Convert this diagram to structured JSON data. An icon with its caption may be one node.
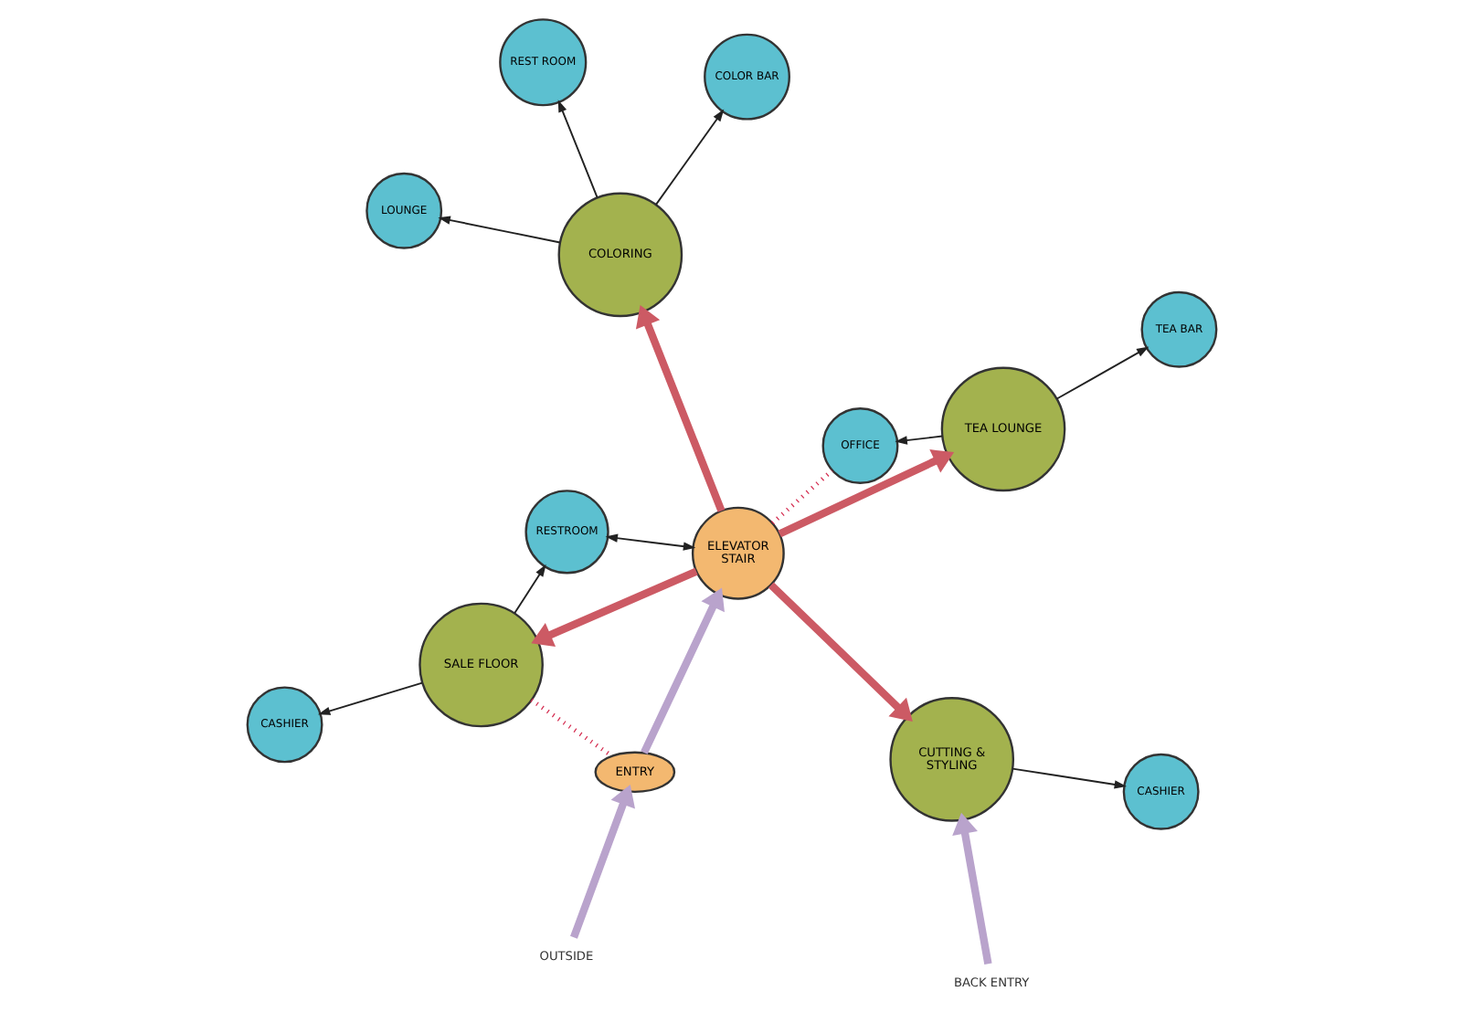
{
  "diagram": {
    "nodes": [
      {
        "text": [
          "LOUNGE"
        ]
      },
      {
        "text": [
          "COLOR BAR"
        ]
      },
      {
        "text": [
          "RESTROOM"
        ]
      },
      {
        "text": [
          "SALE FLOOR"
        ]
      },
      {
        "text": [
          "COLORING"
        ]
      },
      {
        "text": [
          "REST ROOM"
        ]
      },
      {
        "text": [
          "CASHIER"
        ]
      },
      {
        "text": [
          "OUTSIDE"
        ]
      },
      {
        "text": [
          "ENTRY"
        ]
      },
      {
        "text": [
          "ELEVATOR STAIR"
        ]
      },
      {
        "text": [
          "CASHIER"
        ]
      },
      {
        "text": [
          "BACK ENTRY"
        ]
      },
      {
        "text": [
          "CUTTING & STYLING"
        ]
      },
      {
        "text": [
          "TEA LOUNGE"
        ]
      },
      {
        "text": [
          "OFFICE"
        ]
      },
      {
        "text": [
          "TEA BAR"
        ]
      }
    ],
    "edges": [
      {
        "from": 4,
        "to": 0,
        "arrow": "to"
      },
      {
        "from": 4,
        "to": 1,
        "arrow": "to"
      },
      {
        "from": 4,
        "to": 5,
        "arrow": "to"
      },
      {
        "from": 3,
        "to": 2,
        "arrow": "to"
      },
      {
        "from": 3,
        "to": 6,
        "arrow": "to"
      },
      {
        "from": 2,
        "to": 9,
        "arrow": "both"
      },
      {
        "from": 3,
        "to": 8,
        "arrow": "none",
        "style": "dashed",
        "color": "#d42a4e"
      },
      {
        "from": 7,
        "to": 8,
        "arrow": "to",
        "style": "thick",
        "color": "#b9a3cc"
      },
      {
        "from": 8,
        "to": 9,
        "arrow": "to",
        "style": "thick",
        "color": "#b9a3cc"
      },
      {
        "from": 9,
        "to": 4,
        "arrow": "to",
        "style": "thick",
        "color": "#cc5a64"
      },
      {
        "from": 9,
        "to": 3,
        "arrow": "to",
        "style": "thick",
        "color": "#cc5a64"
      },
      {
        "from": 9,
        "to": 12,
        "arrow": "to",
        "style": "thick",
        "color": "#cc5a64"
      },
      {
        "from": 9,
        "to": 13,
        "arrow": "to",
        "style": "thick",
        "color": "#cc5a64"
      },
      {
        "from": 9,
        "to": 14,
        "arrow": "none",
        "style": "dashed",
        "color": "#d42a4e"
      },
      {
        "from": 12,
        "to": 10,
        "arrow": "to"
      },
      {
        "from": 11,
        "to": 12,
        "arrow": "to",
        "style": "thick",
        "color": "#b9a3cc"
      },
      {
        "from": 13,
        "to": 14,
        "arrow": "to"
      },
      {
        "from": 13,
        "to": 15,
        "arrow": "to"
      }
    ]
  }
}
